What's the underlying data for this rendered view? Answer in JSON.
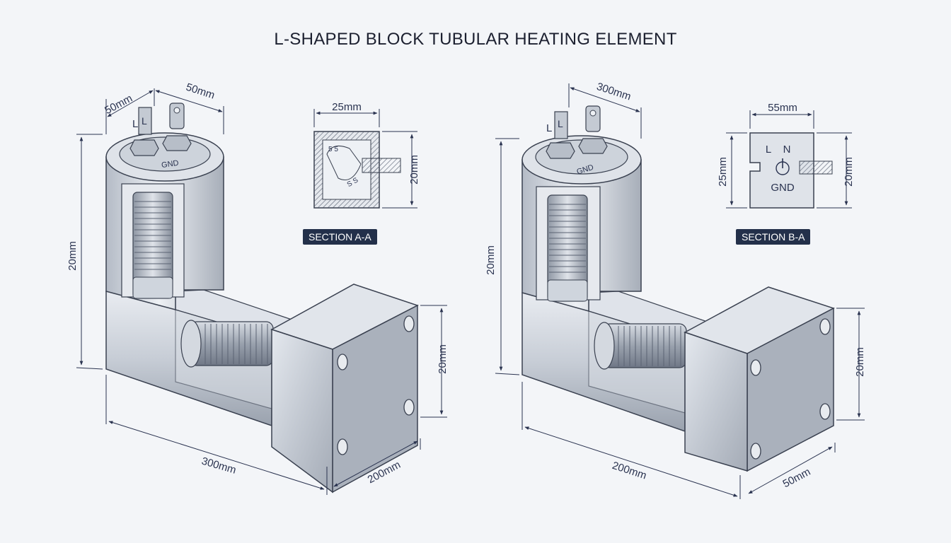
{
  "title": "L-SHAPED BLOCK TUBULAR HEATING ELEMENT",
  "left_view": {
    "dim_top_a": "50mm",
    "dim_top_b": "50mm",
    "dim_height": "20mm",
    "dim_plate_height": "20mm",
    "dim_length": "300mm",
    "dim_depth": "200mm",
    "terminal_l": "L",
    "terminal_l2": "L",
    "cap_label": "GND"
  },
  "right_view": {
    "dim_top": "300mm",
    "dim_height": "20mm",
    "dim_plate_height": "20mm",
    "dim_length": "200mm",
    "dim_depth": "50mm",
    "terminal_l": "L",
    "terminal_l2": "L",
    "cap_label": "GND"
  },
  "section_a": {
    "label": "SECTION A-A",
    "dim_width": "25mm",
    "dim_height": "20mm"
  },
  "section_b": {
    "label": "SECTION B-A",
    "dim_width": "55mm",
    "dim_height_left": "25mm",
    "dim_height_right": "20mm",
    "text_l": "L",
    "text_n": "N",
    "text_gnd": "GND"
  },
  "colors": {
    "background": "#f3f5f8",
    "metal_light": "#e8ebf0",
    "metal_dark": "#a9b0ba",
    "outline": "#3a4150",
    "dimension": "#2a3350",
    "badge": "#23304a"
  }
}
